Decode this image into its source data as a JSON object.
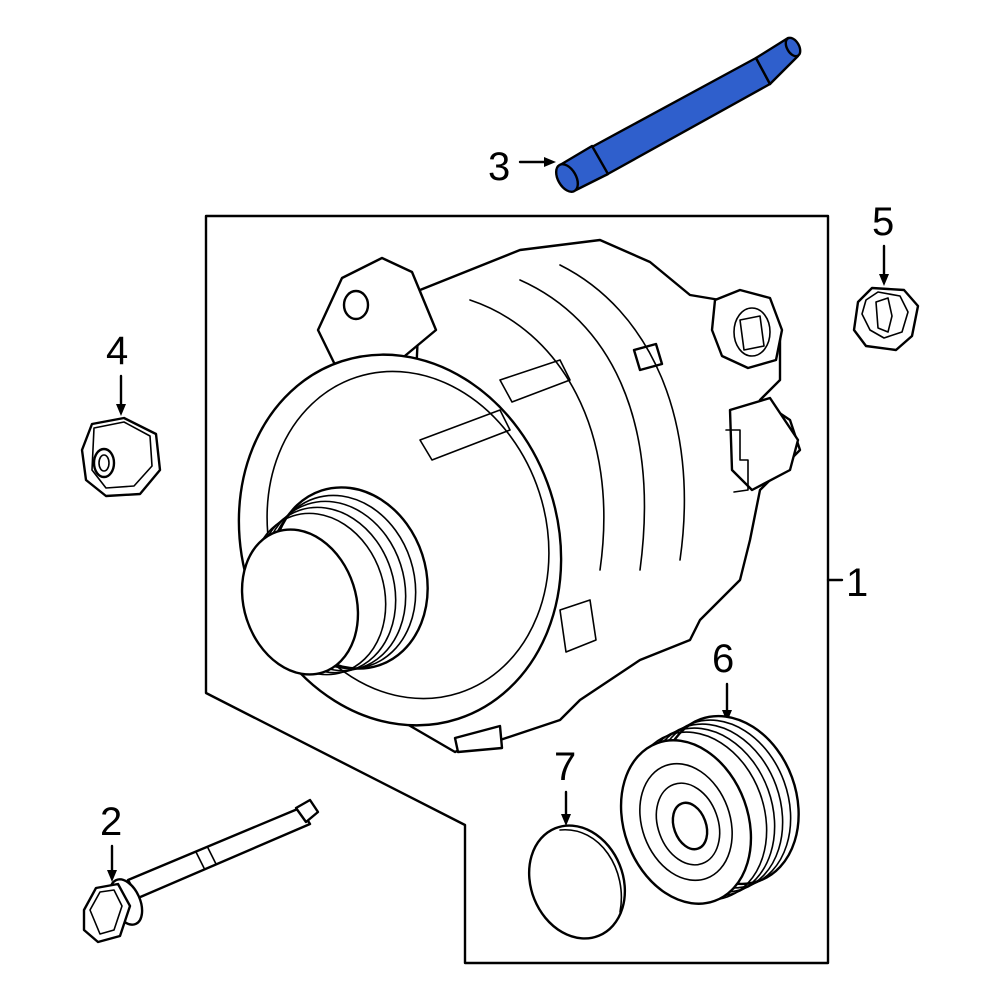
{
  "colors": {
    "highlight": "#2f5fcc",
    "line": "#000000",
    "background": "#ffffff"
  },
  "callouts": {
    "alternator": "1",
    "bolt": "2",
    "stud": "3",
    "nut_left": "4",
    "nut_right": "5",
    "pulley": "6",
    "cap": "7"
  }
}
